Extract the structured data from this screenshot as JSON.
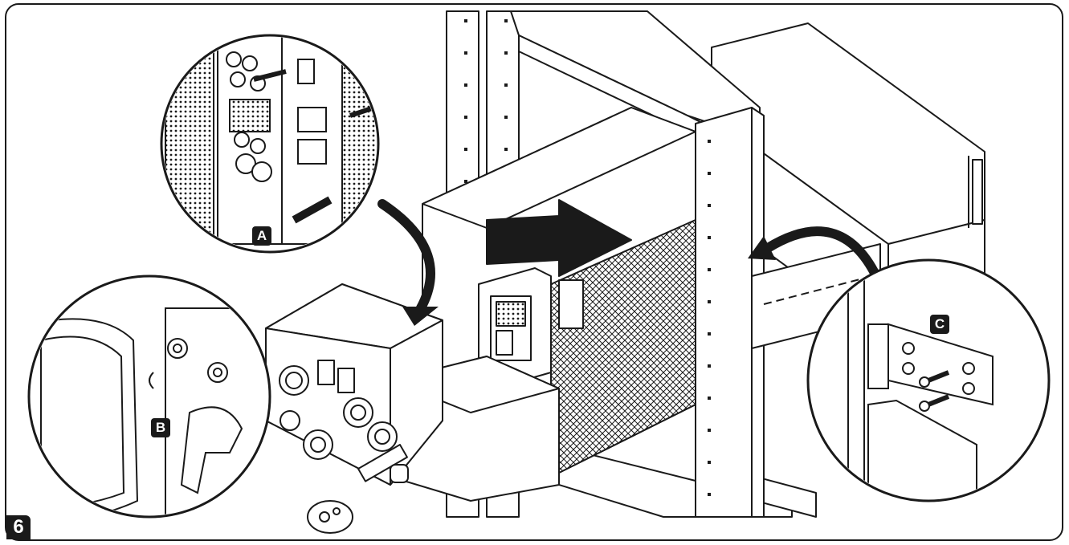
{
  "figure": {
    "step_number": "6",
    "callouts": [
      {
        "id": "A",
        "label": "A"
      },
      {
        "id": "B",
        "label": "B"
      },
      {
        "id": "C",
        "label": "C"
      }
    ]
  },
  "colors": {
    "line": "#1a1a1a",
    "background": "#ffffff",
    "badge": "#1a1a1a"
  },
  "icons": [
    "arrow-icon",
    "curved-arrow-icon",
    "screw-icon",
    "plug-icon"
  ]
}
